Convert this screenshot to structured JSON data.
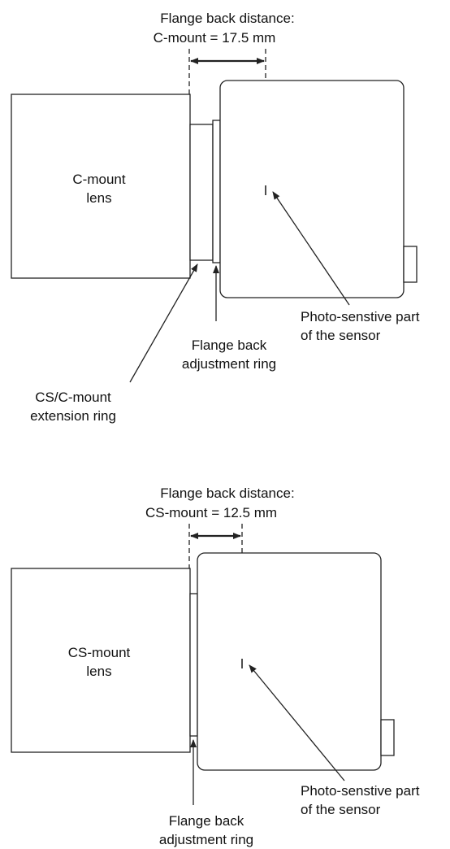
{
  "diagrams": [
    {
      "title_line1": "Flange back distance:",
      "title_line2": "C-mount = 17.5 mm",
      "lens_line1": "C-mount",
      "lens_line2": "lens",
      "sensor_line1": "Photo-senstive part",
      "sensor_line2": "of the sensor",
      "ring_line1": "Flange back",
      "ring_line2": "adjustment ring",
      "ext_line1": "CS/C-mount",
      "ext_line2": "extension ring"
    },
    {
      "title_line1": "Flange back distance:",
      "title_line2": "CS-mount = 12.5 mm",
      "lens_line1": "CS-mount",
      "lens_line2": "lens",
      "sensor_line1": "Photo-senstive part",
      "sensor_line2": "of the sensor",
      "ring_line1": "Flange back",
      "ring_line2": "adjustment ring"
    }
  ],
  "colors": {
    "stroke": "#222222",
    "background": "#ffffff",
    "text": "#111111"
  }
}
